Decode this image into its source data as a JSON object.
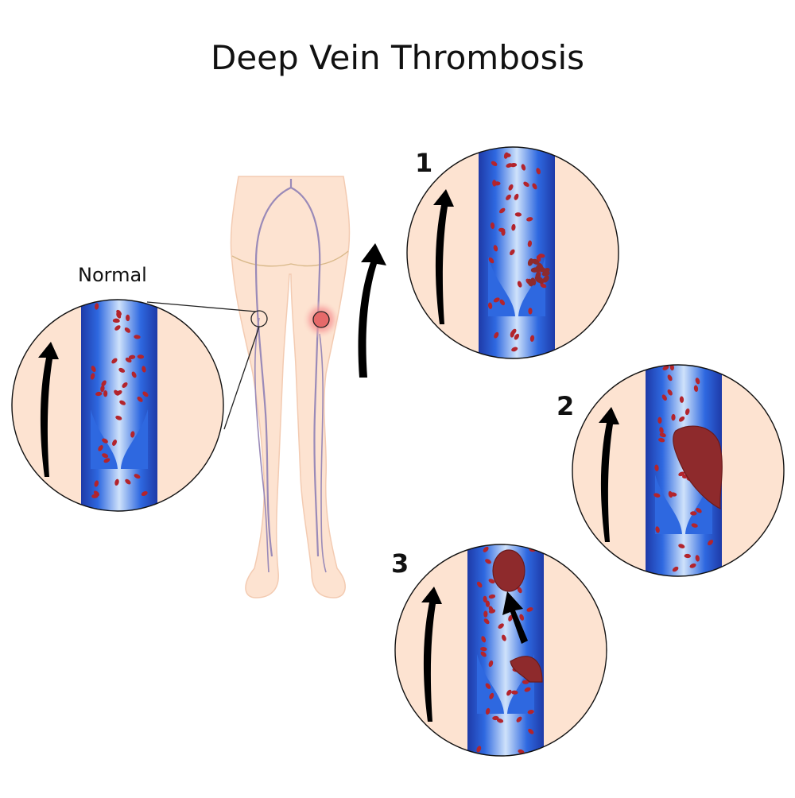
{
  "title": "Deep Vein Thrombosis",
  "labels": {
    "normal": "Normal",
    "stage_1": "1",
    "stage_2": "2",
    "stage_3": "3"
  },
  "colors": {
    "skin": "#fde3d1",
    "skin_outline": "#f3cbb2",
    "vein_line": "#9a8ab8",
    "vein_dark": "#1e3aa8",
    "vein_mid": "#2e68e0",
    "vein_light": "#bcd6f8",
    "blood_cell": "#b3242c",
    "clot": "#8e2a2c",
    "inflammation": "#f07a7a",
    "arrow": "#000000"
  }
}
